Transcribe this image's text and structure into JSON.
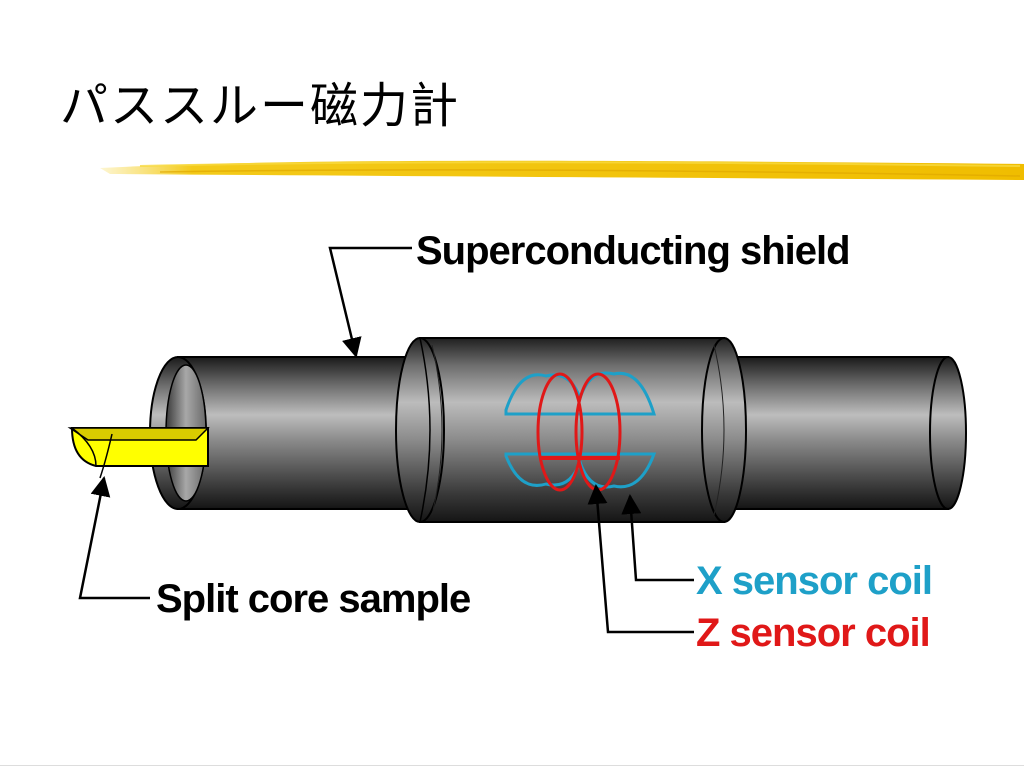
{
  "slide": {
    "title": "パススルー磁力計"
  },
  "diagram": {
    "labels": {
      "shield": "Superconducting shield",
      "sample": "Split core sample",
      "x_coil": "X sensor coil",
      "z_coil": "Z sensor coil"
    },
    "colors": {
      "x_coil": "#1ea0c8",
      "z_coil": "#e01818",
      "sample": "#ffff00",
      "underline": "#f0c400"
    }
  }
}
